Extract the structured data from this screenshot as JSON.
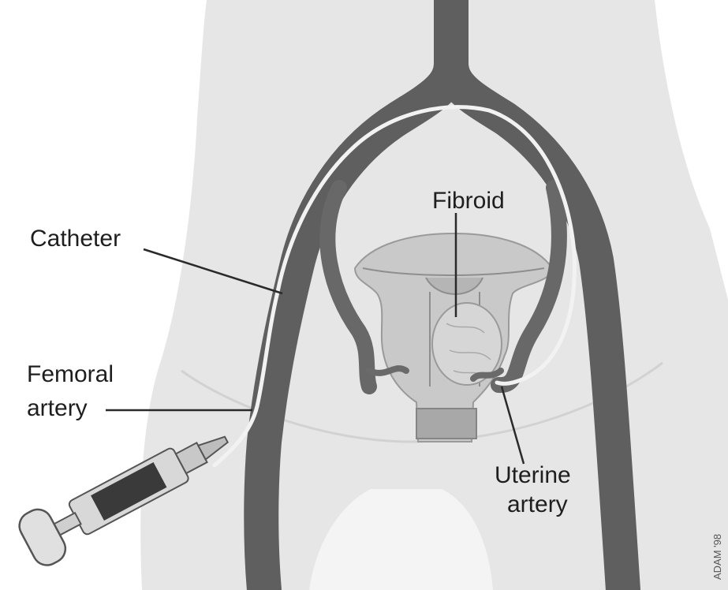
{
  "labels": {
    "catheter": "Catheter",
    "femoral_line1": "Femoral",
    "femoral_line2": "artery",
    "fibroid": "Fibroid",
    "uterine_line1": "Uterine",
    "uterine_line2": "artery"
  },
  "credit": "ADAM '98",
  "colors": {
    "background": "#ffffff",
    "body": "#e6e6e6",
    "artery": "#5f5f5f",
    "catheter": "#f2f2f2",
    "uterus": "#c9c9c9",
    "fibroid": "#d6d6d6",
    "leader": "#2a2a2a"
  }
}
